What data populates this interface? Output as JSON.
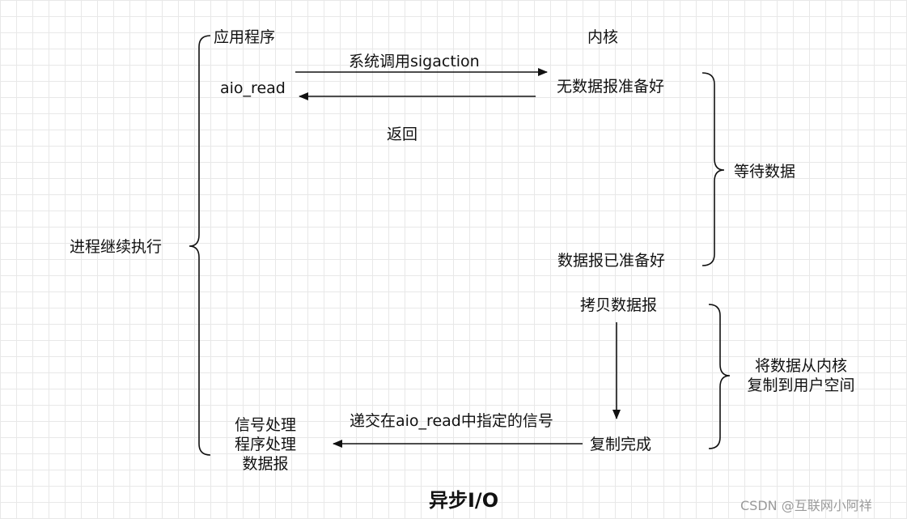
{
  "labels": {
    "app": "应用程序",
    "kernel": "内核",
    "syscall": "系统调用sigaction",
    "aio_read": "aio_read",
    "no_datagram": "无数据报准备好",
    "return_label": "返回",
    "wait_data": "等待数据",
    "continue_exec": "进程继续执行",
    "datagram_ready": "数据报已准备好",
    "copy_datagram": "拷贝数据报",
    "copy_desc_line1": "将数据从内核",
    "copy_desc_line2": "复制到用户空间",
    "deliver_signal": "递交在aio_read中指定的信号",
    "copy_complete": "复制完成",
    "handler_line1": "信号处理",
    "handler_line2": "程序处理",
    "handler_line3": "数据报"
  },
  "title": "异步I/O",
  "watermark": "CSDN @互联网小阿祥",
  "colors": {
    "line": "#111111",
    "grid": "#e8e8e8",
    "watermark": "#9a9a9a"
  }
}
